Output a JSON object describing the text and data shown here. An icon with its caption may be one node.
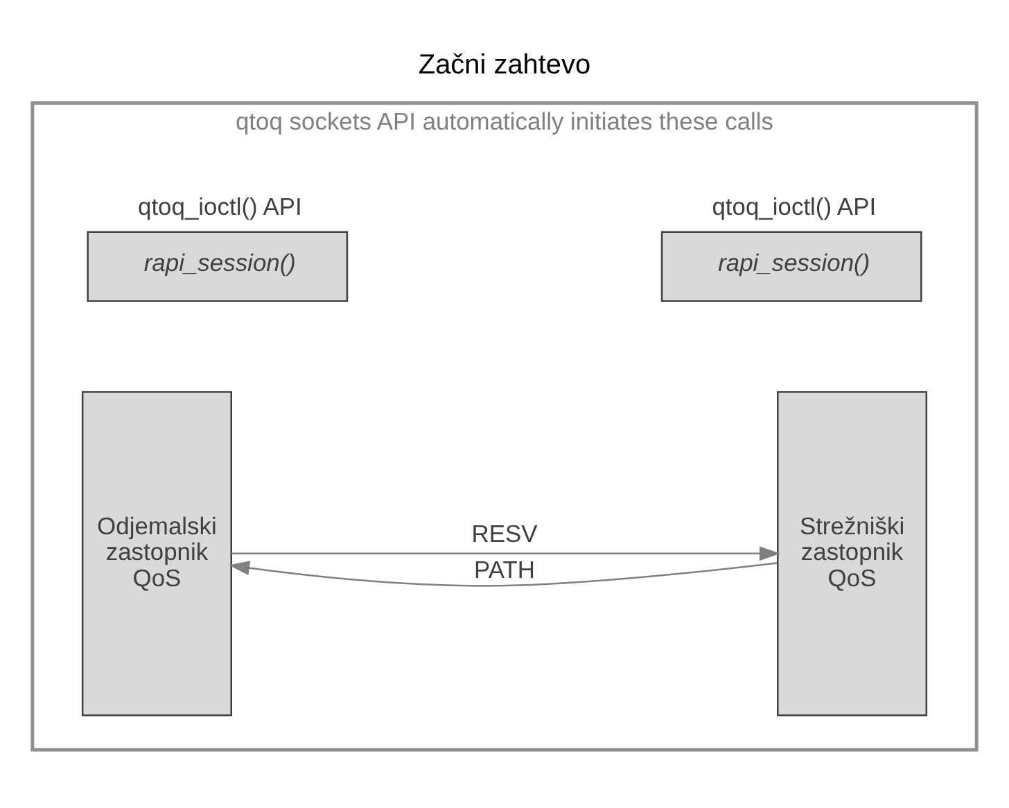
{
  "diagram": {
    "title": "Začni zahtevo",
    "nodes": [
      {
        "text": [
          "qtoq sockets API automatically initiates these calls"
        ]
      },
      {
        "text": [
          "rapi_session()"
        ],
        "beside": [
          "qtoq_ioctl() API"
        ],
        "in": 0
      },
      {
        "text": [
          "rapi_session()"
        ],
        "beside": [
          "qtoq_ioctl() API"
        ],
        "in": 0
      },
      {
        "text": [
          "Strežniški zastopnik QoS"
        ],
        "in": 0
      },
      {
        "text": [
          "Odjemalski zastopnik QoS"
        ],
        "in": 0
      }
    ],
    "edges": [
      {
        "from": 4,
        "to": 3,
        "arrow": "to",
        "label": "RESV"
      },
      {
        "from": 3,
        "to": 4,
        "arrow": "to",
        "label": "PATH"
      }
    ]
  }
}
